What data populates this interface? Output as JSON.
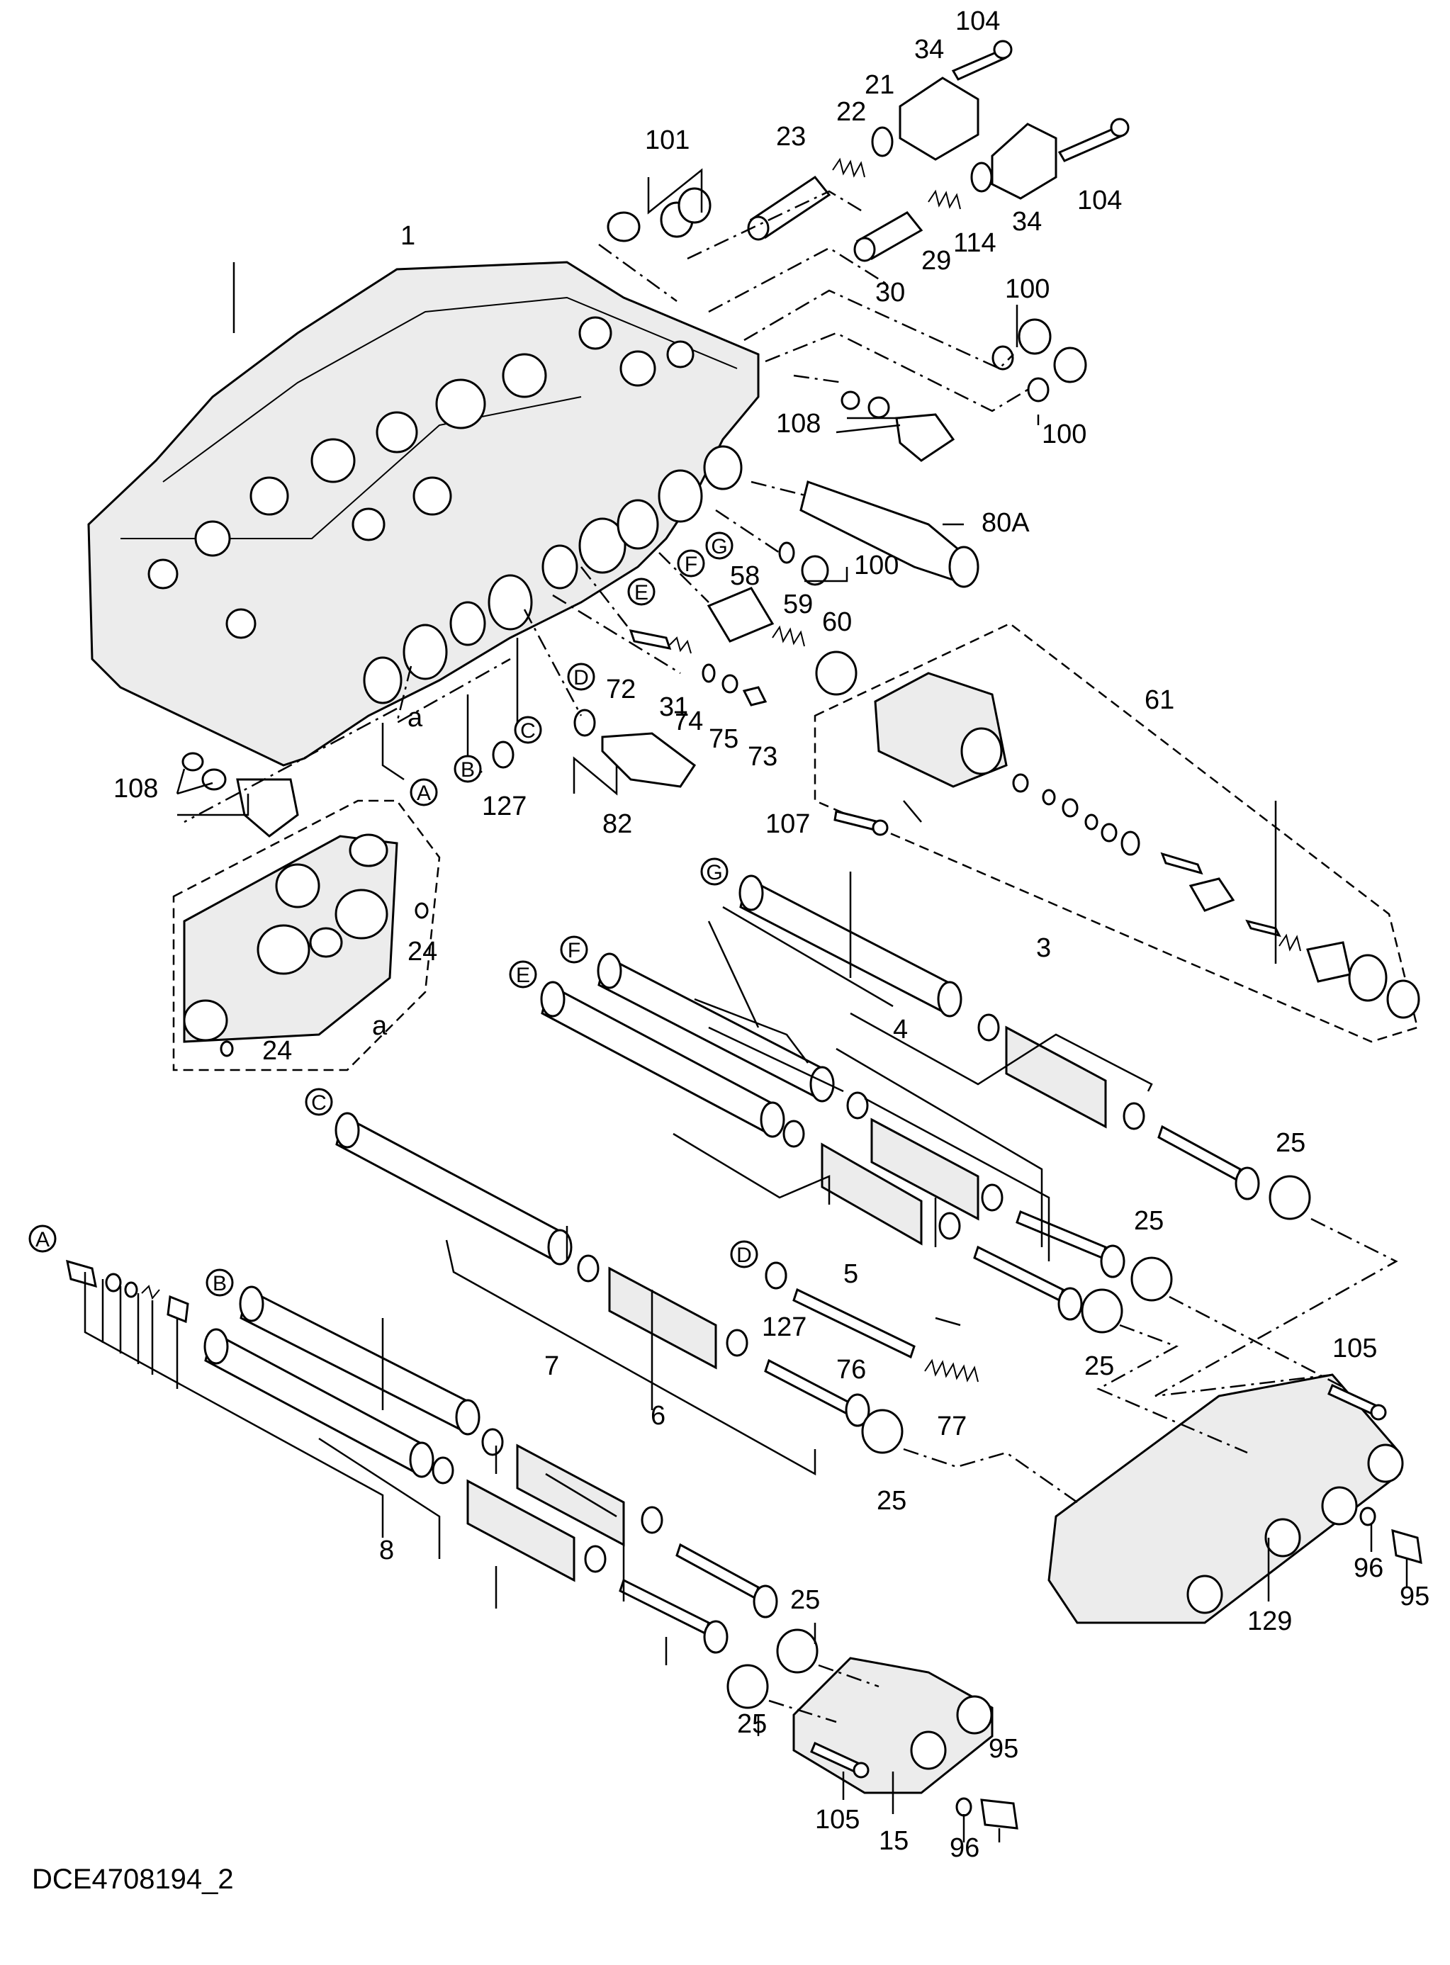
{
  "drawing_code": "DCE4708194_2",
  "part_numbers": {
    "p1": "1",
    "p3": "3",
    "p4": "4",
    "p5": "5",
    "p6": "6",
    "p7": "7",
    "p8": "8",
    "p15": "15",
    "p21": "21",
    "p22": "22",
    "p23": "23",
    "p24a": "24",
    "p24b": "24",
    "p25a": "25",
    "p25b": "25",
    "p25c": "25",
    "p25d": "25",
    "p25e": "25",
    "p25f": "25",
    "p29": "29",
    "p30": "30",
    "p31": "31",
    "p34a": "34",
    "p34b": "34",
    "p58": "58",
    "p59": "59",
    "p60": "60",
    "p61": "61",
    "p72": "72",
    "p73": "73",
    "p74": "74",
    "p75": "75",
    "p76": "76",
    "p77": "77",
    "p80a": "80A",
    "p82": "82",
    "p95a": "95",
    "p95b": "95",
    "p96a": "96",
    "p96b": "96",
    "p100a": "100",
    "p100b": "100",
    "p100c": "100",
    "p101": "101",
    "p104a": "104",
    "p104b": "104",
    "p105a": "105",
    "p105b": "105",
    "p107": "107",
    "p108a": "108",
    "p108b": "108",
    "p114": "114",
    "p127a": "127",
    "p127b": "127",
    "p129": "129"
  },
  "detail_labels": {
    "a1": "a",
    "a2": "a"
  },
  "circled_letters": {
    "A1": "A",
    "B1": "B",
    "C1": "C",
    "D1": "D",
    "E1": "E",
    "F1": "F",
    "G1": "G",
    "A2": "A",
    "B2": "B",
    "C2": "C",
    "D2": "D",
    "E2": "E",
    "F2": "F",
    "G2": "G"
  }
}
